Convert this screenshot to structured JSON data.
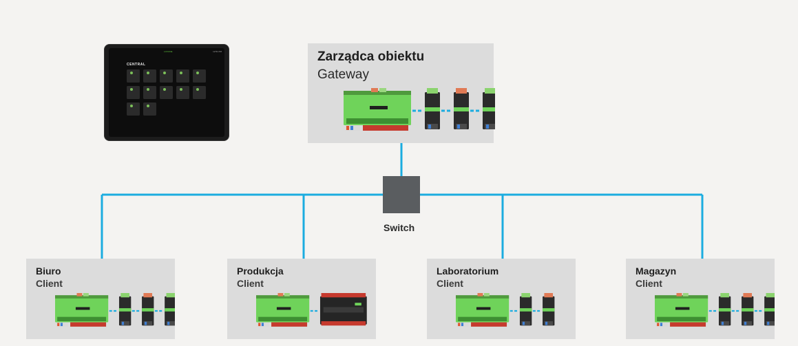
{
  "gateway": {
    "title": "Zarządca obiektu",
    "subtitle": "Gateway"
  },
  "switch": {
    "label": "Switch"
  },
  "clients": [
    {
      "title": "Biuro",
      "subtitle": "Client"
    },
    {
      "title": "Produkcja",
      "subtitle": "Client"
    },
    {
      "title": "Laboratorium",
      "subtitle": "Client"
    },
    {
      "title": "Magazyn",
      "subtitle": "Client"
    }
  ],
  "tablet": {
    "brand": "LOXONE",
    "time": "12:51 PM",
    "screen_title": "CENTRAL"
  },
  "colors": {
    "network": "#1bace0",
    "controller": "#6fd35a",
    "switch": "#5a5d60",
    "box": "#dcdcdc"
  }
}
